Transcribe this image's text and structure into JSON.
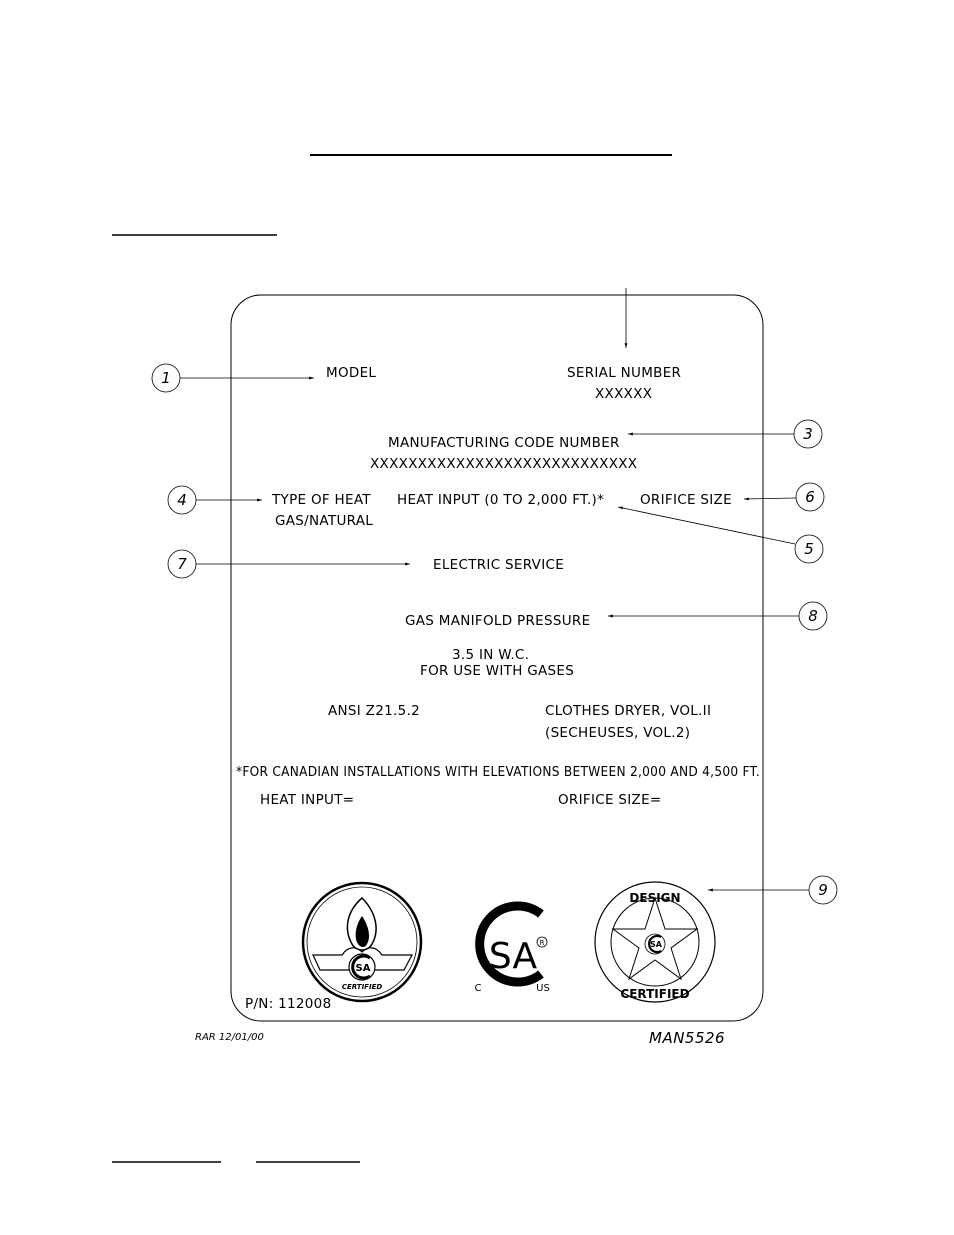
{
  "plate": {
    "model": "MODEL",
    "serial_label": "SERIAL NUMBER",
    "serial_value": "XXXXXX",
    "mfg_code_label": "MANUFACTURING CODE NUMBER",
    "mfg_code_value": "XXXXXXXXXXXXXXXXXXXXXXXXXXXX",
    "type_of_heat": "TYPE OF HEAT",
    "gas_natural": "GAS/NATURAL",
    "heat_input": "HEAT INPUT (0 TO 2,000 FT.)*",
    "orifice_size": "ORIFICE SIZE",
    "electric_service": "ELECTRIC SERVICE",
    "gas_manifold": "GAS MANIFOLD PRESSURE",
    "pressure_value": "3.5 IN W.C.",
    "for_use": "FOR USE WITH GASES",
    "ansi": "ANSI Z21.5.2",
    "clothes_dryer": "CLOTHES DRYER, VOL.II",
    "secheuses": "(SECHEUSES, VOL.2)",
    "canadian_note": "*FOR CANADIAN INSTALLATIONS WITH ELEVATIONS BETWEEN 2,000 AND 4,500 FT.",
    "heat_input_eq": "HEAT INPUT=",
    "orifice_size_eq": "ORIFICE SIZE=",
    "part_number": "P/N: 112008"
  },
  "callouts": [
    "1",
    "3",
    "4",
    "5",
    "6",
    "7",
    "8",
    "9"
  ],
  "logos": {
    "flame_certified": "CERTIFIED",
    "csa_mark": "SA",
    "csa_c": "C",
    "csa_us": "US",
    "csa_reg": "R",
    "design": "DESIGN",
    "certified": "CERTIFIED",
    "mini_csa": "SA"
  },
  "footer": {
    "revision": "RAR 12/01/00",
    "drawing_no": "MAN5526"
  }
}
